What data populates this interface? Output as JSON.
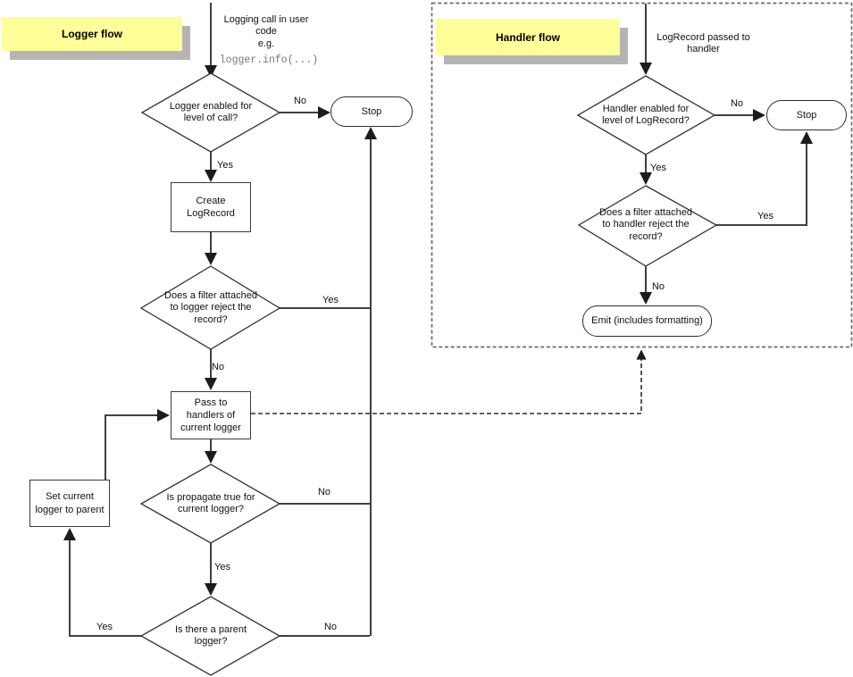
{
  "logger_flow": {
    "title": "Logger flow",
    "start_lines": "Logging call in user\ncode\ne.g.",
    "start_code": "logger.info(...)",
    "decision_level": "Logger enabled for\nlevel of call?",
    "stop_label": "Stop",
    "create_box": "Create\nLogRecord",
    "decision_filter": "Does a filter attached\nto logger reject the\nrecord?",
    "pass_box": "Pass to\nhandlers of\ncurrent logger",
    "decision_propagate": "Is propagate true for\ncurrent logger?",
    "decision_parent": "Is there a parent\nlogger?",
    "set_parent_box": "Set current\nlogger to parent",
    "labels": {
      "level_no": "No",
      "level_yes": "Yes",
      "filter_yes": "Yes",
      "filter_no": "No",
      "propagate_no": "No",
      "propagate_yes": "Yes",
      "parent_yes": "Yes",
      "parent_no": "No"
    }
  },
  "handler_flow": {
    "title": "Handler flow",
    "start_lines": "LogRecord passed to\nhandler",
    "decision_level": "Handler enabled for\nlevel of LogRecord?",
    "stop_label": "Stop",
    "decision_filter": "Does a filter attached\nto handler reject the\nrecord?",
    "emit_label": "Emit (includes formatting)",
    "labels": {
      "level_no": "No",
      "level_yes": "Yes",
      "filter_yes": "Yes",
      "filter_no": "No"
    }
  },
  "colors": {
    "note_fill": "#ffff99",
    "note_shadow": "#b4b4b4",
    "line": "#404040",
    "shape_stroke": "#333333",
    "code_text": "#777777",
    "background": "#ffffff"
  }
}
